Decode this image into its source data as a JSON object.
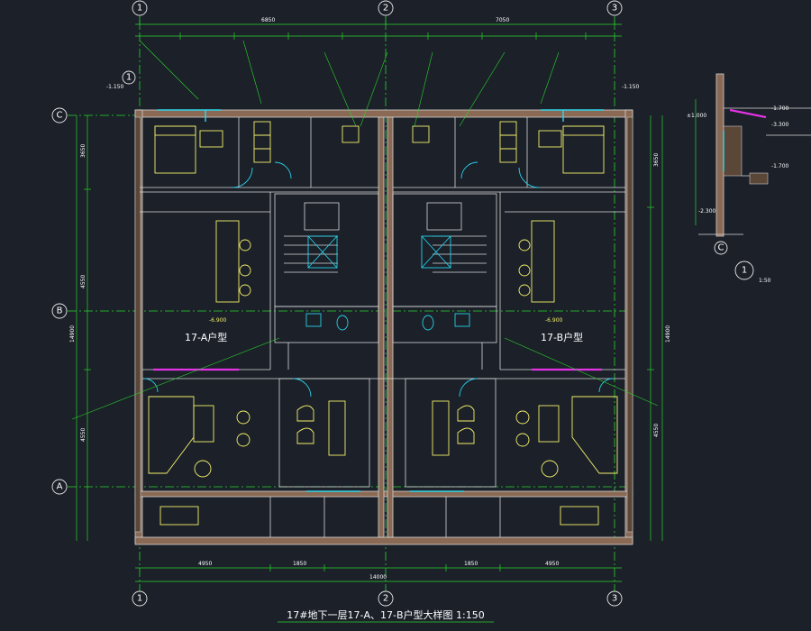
{
  "title": "17#地下一层17-A、17-B户型大样图 1:150",
  "units": {
    "a": "17-A户型",
    "b": "17-B户型"
  },
  "units_elev": "-6.900",
  "grid": {
    "columns": [
      "1",
      "2",
      "3"
    ],
    "rows": [
      "C",
      "B",
      "A"
    ]
  },
  "dims": {
    "top_left": "6850",
    "top_right": "7050",
    "bottom_overall": "14000",
    "bot_seg1": "4950",
    "bot_seg2": "1850",
    "bot_seg3": "1850",
    "bot_seg4": "4950",
    "left_total": "14900",
    "right_total": "14900",
    "left_seg1": "3650",
    "left_seg2": "4550",
    "left_seg3": "4550",
    "right_seg1": "3650",
    "right_seg2": "4550"
  },
  "elevations": {
    "left_top": "-1.150",
    "right_top": "-1.150"
  },
  "section": {
    "bubble_col": "C",
    "bubble_num": "1",
    "scale": "1:50",
    "elev1": "±1.000",
    "elev2": "-1.700",
    "elev3": "-1.700",
    "elev4": "-2.300",
    "elev5": "-3.300"
  },
  "detail_marker": "1"
}
